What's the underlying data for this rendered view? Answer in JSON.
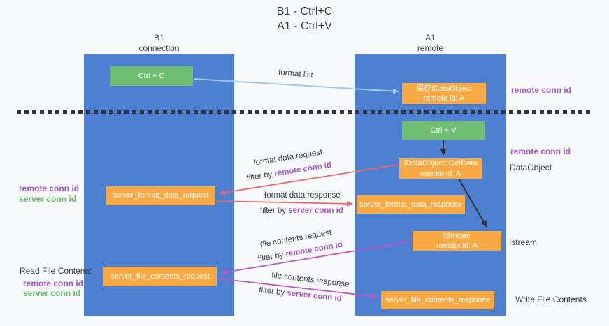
{
  "title": {
    "line1": "B1 - Ctrl+C",
    "line2": "A1 - Ctrl+V"
  },
  "columns": {
    "left": {
      "name": "B1",
      "role": "connection"
    },
    "right": {
      "name": "A1",
      "role": "remote"
    }
  },
  "nodes": {
    "ctrl_c": {
      "label": "Ctrl + C"
    },
    "ctrl_v": {
      "label": "Ctrl + V"
    },
    "save_dataobject": {
      "line1": "保存IDataObject",
      "line2": "remote id: A"
    },
    "getdata": {
      "line1": "IDataObject::GetData",
      "line2": "remote id: A"
    },
    "istream": {
      "line1": "IStream",
      "line2": "remote id: A"
    },
    "server_format_data_request": {
      "label": "server_format_data_request"
    },
    "server_format_data_response": {
      "label": "server_format_data_response"
    },
    "server_file_contents_request": {
      "label": "server_file_contents_request"
    },
    "server_file_contents_response": {
      "label": "server_file_contents_response"
    }
  },
  "flows": {
    "format_list": {
      "label": "format list"
    },
    "format_data_request": {
      "label": "format data request",
      "filter_prefix": "filter by ",
      "filter_key": "remote conn id"
    },
    "format_data_response": {
      "label": "format data response",
      "filter_prefix": "filter by ",
      "filter_key": "server conn id"
    },
    "file_contents_request": {
      "label": "file contents request",
      "filter_prefix": "filter by ",
      "filter_key": "remote conn id"
    },
    "file_contents_response": {
      "label": "file contents response",
      "filter_prefix": "filter by ",
      "filter_key": "server conn id"
    }
  },
  "side_labels": {
    "right_remote_conn_top": "remote conn id",
    "right_remote_conn_mid": "remote conn id",
    "right_dataobject": "DataObject",
    "right_istream": "Istream",
    "right_write_file": "Write File Contents",
    "left_remote_conn_top": "remote conn id",
    "left_server_conn_top": "server conn id",
    "left_read_file": "Read File Contents",
    "left_remote_conn_bottom": "remote conn id",
    "left_server_conn_bottom": "server conn id"
  },
  "colors": {
    "background": "#F8F9FB",
    "column_blue": "#4E80D2",
    "box_orange": "#F8A943",
    "box_green": "#6FBE72",
    "arrow_light_blue": "#9DC9EE",
    "arrow_red": "#E7696B",
    "arrow_magenta": "#C353C8",
    "arrow_black": "#333333",
    "text_purple": "#A855C8",
    "text_green": "#5CBB63",
    "text_dark": "#3F3F3F"
  }
}
